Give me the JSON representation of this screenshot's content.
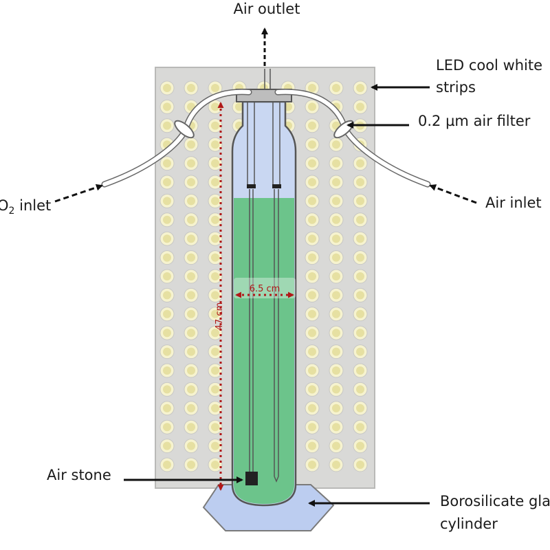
{
  "labels": {
    "air_outlet": "Air outlet",
    "led_strips_line1": "LED cool white",
    "led_strips_line2": "strips",
    "air_filter": "0.2 µm air filter",
    "co2_inlet_prefix": "O",
    "co2_inlet_sub": "2",
    "co2_inlet_suffix": " inlet",
    "air_inlet": "Air inlet",
    "air_stone": "Air stone",
    "cylinder_line1": "Borosilicate gla",
    "cylinder_line2": "cylinder"
  },
  "dimensions": {
    "height": "47 cm",
    "diameter": "6.5 cm"
  },
  "colors": {
    "panel": "#d9d9d7",
    "led_outer": "#f6f3cf",
    "led_inner": "#e6e0a2",
    "culture": "#6cc48b",
    "headspace": "#c9d7f2",
    "base": "#bccdf0",
    "dimension": "#b01818"
  }
}
